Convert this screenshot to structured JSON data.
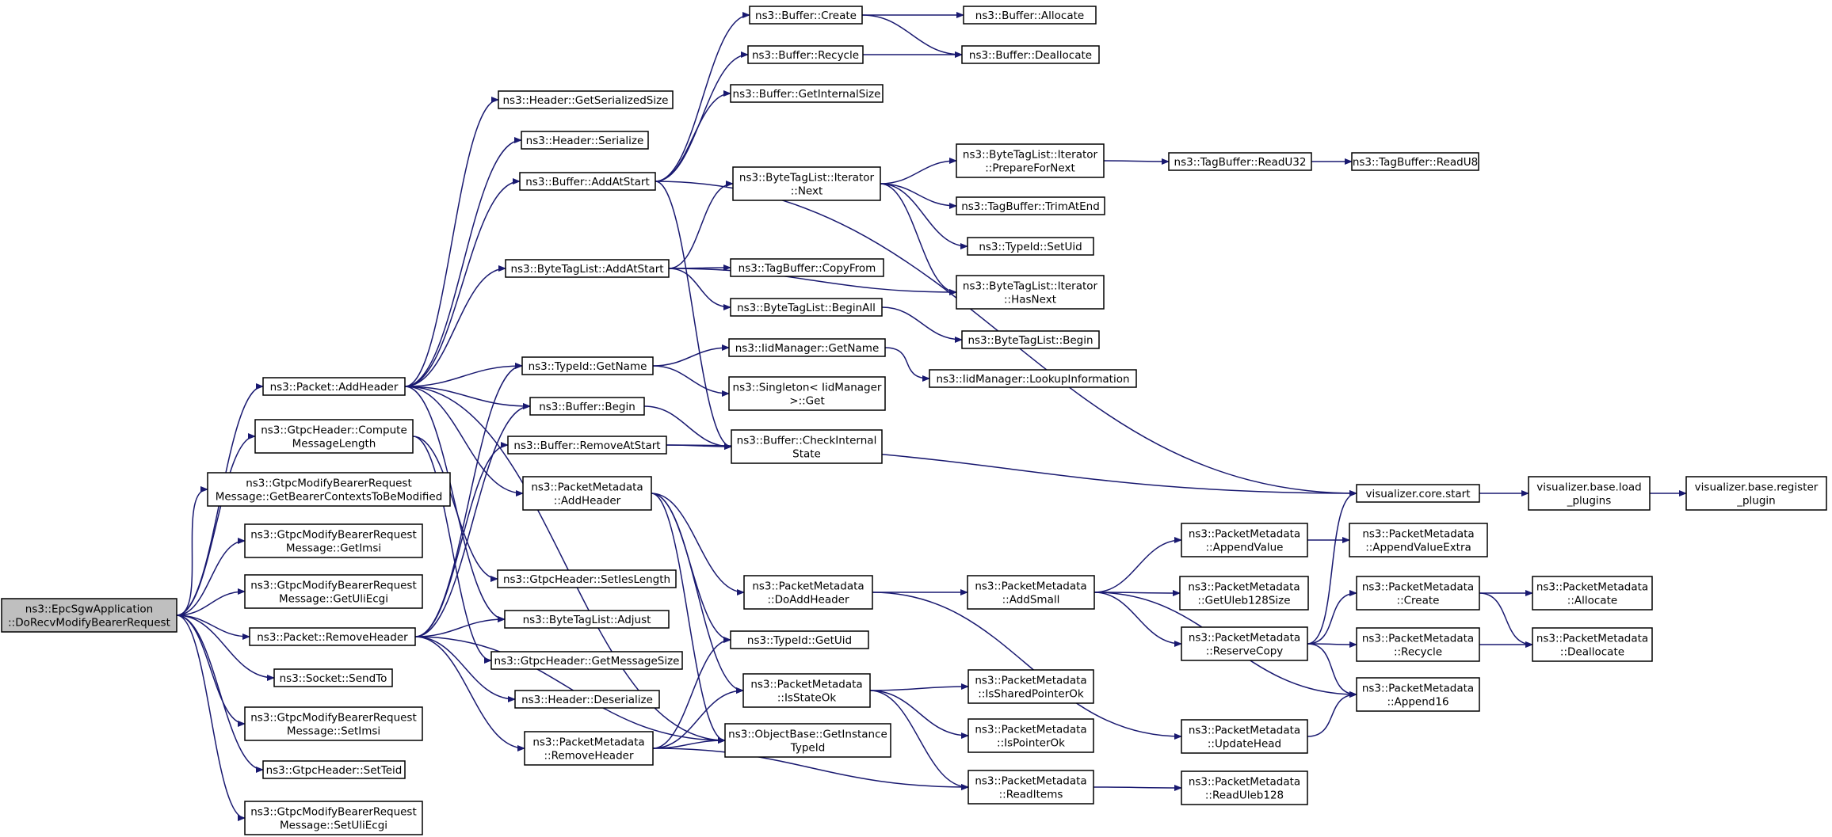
{
  "graph": {
    "edge_color": "#191970",
    "root_fill": "#bfbfbf",
    "nodes": {
      "root": [
        "ns3::EpcSgwApplication",
        "::DoRecvModifyBearerRequest"
      ],
      "packet_addheader": [
        "ns3::Packet::AddHeader"
      ],
      "compute_msglen": [
        "ns3::GtpcHeader::Compute",
        "MessageLength"
      ],
      "get_bearer_ctx": [
        "ns3::GtpcModifyBearerRequest",
        "Message::GetBearerContextsToBeModified"
      ],
      "get_imsi": [
        "ns3::GtpcModifyBearerRequest",
        "Message::GetImsi"
      ],
      "get_uli_ecgi": [
        "ns3::GtpcModifyBearerRequest",
        "Message::GetUliEcgi"
      ],
      "packet_removeheader": [
        "ns3::Packet::RemoveHeader"
      ],
      "socket_sendto": [
        "ns3::Socket::SendTo"
      ],
      "set_imsi": [
        "ns3::GtpcModifyBearerRequest",
        "Message::SetImsi"
      ],
      "set_teid": [
        "ns3::GtpcHeader::SetTeid"
      ],
      "set_uli_ecgi": [
        "ns3::GtpcModifyBearerRequest",
        "Message::SetUliEcgi"
      ],
      "header_getserializedsize": [
        "ns3::Header::GetSerializedSize"
      ],
      "header_serialize": [
        "ns3::Header::Serialize"
      ],
      "buffer_addatstart": [
        "ns3::Buffer::AddAtStart"
      ],
      "btl_addatstart": [
        "ns3::ByteTagList::AddAtStart"
      ],
      "typeid_getname": [
        "ns3::TypeId::GetName"
      ],
      "buffer_begin": [
        "ns3::Buffer::Begin"
      ],
      "buffer_removeatstart": [
        "ns3::Buffer::RemoveAtStart"
      ],
      "pm_addheader": [
        "ns3::PacketMetadata",
        "::AddHeader"
      ],
      "gtpc_setieslength": [
        "ns3::GtpcHeader::SetIesLength"
      ],
      "btl_adjust": [
        "ns3::ByteTagList::Adjust"
      ],
      "gtpc_getmessagesize": [
        "ns3::GtpcHeader::GetMessageSize"
      ],
      "header_deserialize": [
        "ns3::Header::Deserialize"
      ],
      "pm_removeheader": [
        "ns3::PacketMetadata",
        "::RemoveHeader"
      ],
      "buffer_create": [
        "ns3::Buffer::Create"
      ],
      "buffer_recycle": [
        "ns3::Buffer::Recycle"
      ],
      "buffer_getinternalsize": [
        "ns3::Buffer::GetInternalSize"
      ],
      "btl_it_next": [
        "ns3::ByteTagList::Iterator",
        "::Next"
      ],
      "tagbuffer_copyfrom": [
        "ns3::TagBuffer::CopyFrom"
      ],
      "btl_beginall": [
        "ns3::ByteTagList::BeginAll"
      ],
      "iid_getname": [
        "ns3::IidManager::GetName"
      ],
      "singleton_get": [
        "ns3::Singleton< IidManager",
        ">::Get"
      ],
      "buffer_checkinternal": [
        "ns3::Buffer::CheckInternal",
        "State"
      ],
      "pm_doaddheader": [
        "ns3::PacketMetadata",
        "::DoAddHeader"
      ],
      "typeid_getuid": [
        "ns3::TypeId::GetUid"
      ],
      "pm_isstateok": [
        "ns3::PacketMetadata",
        "::IsStateOk"
      ],
      "objectbase_getinstancetypeid": [
        "ns3::ObjectBase::GetInstance",
        "TypeId"
      ],
      "buffer_allocate": [
        "ns3::Buffer::Allocate"
      ],
      "buffer_deallocate": [
        "ns3::Buffer::Deallocate"
      ],
      "btl_it_prepare": [
        "ns3::ByteTagList::Iterator",
        "::PrepareForNext"
      ],
      "tagbuffer_trimatend": [
        "ns3::TagBuffer::TrimAtEnd"
      ],
      "typeid_setuid": [
        "ns3::TypeId::SetUid"
      ],
      "btl_it_hasnext": [
        "ns3::ByteTagList::Iterator",
        "::HasNext"
      ],
      "btl_begin": [
        "ns3::ByteTagList::Begin"
      ],
      "iid_lookupinfo": [
        "ns3::IidManager::LookupInformation"
      ],
      "pm_addsmall": [
        "ns3::PacketMetadata",
        "::AddSmall"
      ],
      "pm_issharedpointerok": [
        "ns3::PacketMetadata",
        "::IsSharedPointerOk"
      ],
      "pm_ispointerok": [
        "ns3::PacketMetadata",
        "::IsPointerOk"
      ],
      "pm_readitems": [
        "ns3::PacketMetadata",
        "::ReadItems"
      ],
      "tagbuffer_readu32": [
        "ns3::TagBuffer::ReadU32"
      ],
      "pm_appendvalue": [
        "ns3::PacketMetadata",
        "::AppendValue"
      ],
      "pm_getuleb128size": [
        "ns3::PacketMetadata",
        "::GetUleb128Size"
      ],
      "pm_reservecopy": [
        "ns3::PacketMetadata",
        "::ReserveCopy"
      ],
      "pm_updatehead": [
        "ns3::PacketMetadata",
        "::UpdateHead"
      ],
      "pm_readuleb128": [
        "ns3::PacketMetadata",
        "::ReadUleb128"
      ],
      "tagbuffer_readu8": [
        "ns3::TagBuffer::ReadU8"
      ],
      "vis_core_start": [
        "visualizer.core.start"
      ],
      "pm_appendvalueextra": [
        "ns3::PacketMetadata",
        "::AppendValueExtra"
      ],
      "pm_create": [
        "ns3::PacketMetadata",
        "::Create"
      ],
      "pm_recycle": [
        "ns3::PacketMetadata",
        "::Recycle"
      ],
      "pm_append16": [
        "ns3::PacketMetadata",
        "::Append16"
      ],
      "vis_base_load": [
        "visualizer.base.load",
        "_plugins"
      ],
      "pm_allocate": [
        "ns3::PacketMetadata",
        "::Allocate"
      ],
      "pm_deallocate": [
        "ns3::PacketMetadata",
        "::Deallocate"
      ],
      "vis_base_register": [
        "visualizer.base.register",
        "_plugin"
      ]
    },
    "edges": [
      [
        "root",
        "packet_addheader"
      ],
      [
        "root",
        "compute_msglen"
      ],
      [
        "root",
        "get_bearer_ctx"
      ],
      [
        "root",
        "get_imsi"
      ],
      [
        "root",
        "get_uli_ecgi"
      ],
      [
        "root",
        "packet_removeheader"
      ],
      [
        "root",
        "socket_sendto"
      ],
      [
        "root",
        "set_imsi"
      ],
      [
        "root",
        "set_teid"
      ],
      [
        "root",
        "set_uli_ecgi"
      ],
      [
        "packet_addheader",
        "header_getserializedsize"
      ],
      [
        "packet_addheader",
        "header_serialize"
      ],
      [
        "packet_addheader",
        "buffer_addatstart"
      ],
      [
        "packet_addheader",
        "btl_addatstart"
      ],
      [
        "packet_addheader",
        "typeid_getname"
      ],
      [
        "packet_addheader",
        "buffer_begin"
      ],
      [
        "packet_addheader",
        "pm_addheader"
      ],
      [
        "packet_addheader",
        "btl_adjust"
      ],
      [
        "packet_addheader",
        "objectbase_getinstancetypeid"
      ],
      [
        "compute_msglen",
        "gtpc_setieslength"
      ],
      [
        "compute_msglen",
        "gtpc_getmessagesize"
      ],
      [
        "packet_removeheader",
        "typeid_getname"
      ],
      [
        "packet_removeheader",
        "buffer_begin"
      ],
      [
        "packet_removeheader",
        "buffer_removeatstart"
      ],
      [
        "packet_removeheader",
        "btl_adjust"
      ],
      [
        "packet_removeheader",
        "header_deserialize"
      ],
      [
        "packet_removeheader",
        "pm_removeheader"
      ],
      [
        "packet_removeheader",
        "objectbase_getinstancetypeid"
      ],
      [
        "buffer_addatstart",
        "buffer_create"
      ],
      [
        "buffer_addatstart",
        "buffer_recycle"
      ],
      [
        "buffer_addatstart",
        "buffer_getinternalsize"
      ],
      [
        "buffer_addatstart",
        "buffer_checkinternal"
      ],
      [
        "buffer_addatstart",
        "vis_core_start"
      ],
      [
        "btl_addatstart",
        "btl_it_next"
      ],
      [
        "btl_addatstart",
        "tagbuffer_copyfrom"
      ],
      [
        "btl_addatstart",
        "btl_beginall"
      ],
      [
        "btl_addatstart",
        "btl_it_hasnext"
      ],
      [
        "typeid_getname",
        "iid_getname"
      ],
      [
        "typeid_getname",
        "singleton_get"
      ],
      [
        "buffer_begin",
        "buffer_checkinternal"
      ],
      [
        "buffer_removeatstart",
        "buffer_checkinternal"
      ],
      [
        "buffer_removeatstart",
        "vis_core_start"
      ],
      [
        "pm_addheader",
        "pm_doaddheader"
      ],
      [
        "pm_addheader",
        "typeid_getuid"
      ],
      [
        "pm_addheader",
        "pm_isstateok"
      ],
      [
        "pm_addheader",
        "objectbase_getinstancetypeid"
      ],
      [
        "pm_removeheader",
        "typeid_getuid"
      ],
      [
        "pm_removeheader",
        "pm_isstateok"
      ],
      [
        "pm_removeheader",
        "objectbase_getinstancetypeid"
      ],
      [
        "pm_removeheader",
        "pm_readitems"
      ],
      [
        "buffer_create",
        "buffer_allocate"
      ],
      [
        "buffer_create",
        "buffer_deallocate"
      ],
      [
        "buffer_recycle",
        "buffer_deallocate"
      ],
      [
        "btl_it_next",
        "btl_it_prepare"
      ],
      [
        "btl_it_next",
        "tagbuffer_trimatend"
      ],
      [
        "btl_it_next",
        "typeid_setuid"
      ],
      [
        "btl_it_next",
        "btl_it_hasnext"
      ],
      [
        "btl_beginall",
        "btl_begin"
      ],
      [
        "iid_getname",
        "iid_lookupinfo"
      ],
      [
        "pm_doaddheader",
        "pm_addsmall"
      ],
      [
        "pm_doaddheader",
        "pm_updatehead"
      ],
      [
        "pm_isstateok",
        "pm_issharedpointerok"
      ],
      [
        "pm_isstateok",
        "pm_ispointerok"
      ],
      [
        "pm_isstateok",
        "pm_readitems"
      ],
      [
        "btl_it_prepare",
        "tagbuffer_readu32"
      ],
      [
        "tagbuffer_readu32",
        "tagbuffer_readu8"
      ],
      [
        "pm_addsmall",
        "pm_appendvalue"
      ],
      [
        "pm_addsmall",
        "pm_getuleb128size"
      ],
      [
        "pm_addsmall",
        "pm_reservecopy"
      ],
      [
        "pm_addsmall",
        "pm_append16"
      ],
      [
        "pm_updatehead",
        "pm_append16"
      ],
      [
        "pm_readitems",
        "pm_readuleb128"
      ],
      [
        "pm_appendvalue",
        "pm_appendvalueextra"
      ],
      [
        "pm_reservecopy",
        "vis_core_start"
      ],
      [
        "pm_reservecopy",
        "pm_create"
      ],
      [
        "pm_reservecopy",
        "pm_recycle"
      ],
      [
        "pm_reservecopy",
        "pm_append16"
      ],
      [
        "pm_create",
        "pm_allocate"
      ],
      [
        "pm_create",
        "pm_deallocate"
      ],
      [
        "pm_recycle",
        "pm_deallocate"
      ],
      [
        "vis_core_start",
        "vis_base_load"
      ],
      [
        "vis_base_load",
        "vis_base_register"
      ]
    ]
  }
}
